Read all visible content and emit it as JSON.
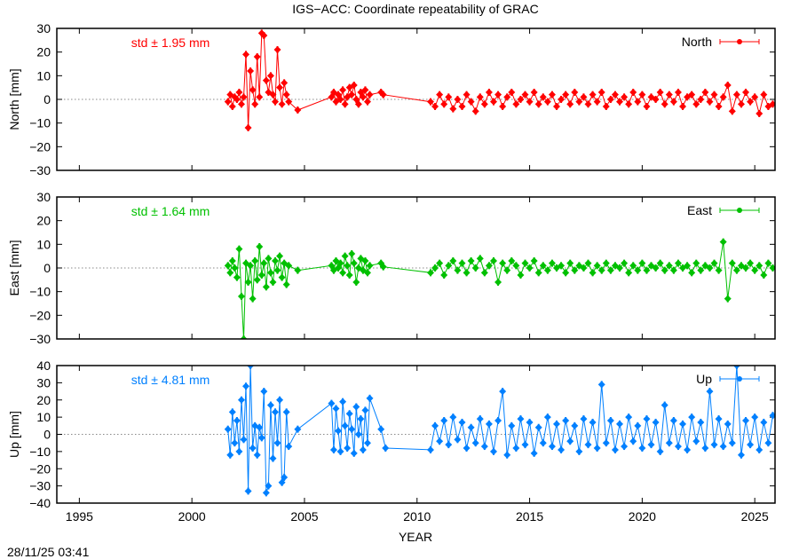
{
  "chart_data": {
    "type": "scatter",
    "title": "IGS−ACC: Coordinate repeatability of GRAC",
    "xlabel": "YEAR",
    "xlim": [
      1994,
      2025.9
    ],
    "x_ticks": [
      1995,
      2000,
      2005,
      2010,
      2015,
      2020,
      2025
    ],
    "timestamp": "28/11/25 03:41",
    "grid": false,
    "legend_placement": "top-right",
    "panels": [
      {
        "name": "North",
        "ylabel": "North [mm]",
        "legend": "North",
        "std_label": "std ± 1.95 mm",
        "color": "#ff0000",
        "ylim": [
          -30,
          30
        ],
        "y_ticks": [
          -30,
          -20,
          -10,
          0,
          10,
          20,
          30
        ],
        "segments": [
          {
            "start": 2001.6,
            "step": 0.1,
            "values": [
              -1,
              2,
              -3,
              1,
              0,
              3,
              -2,
              1,
              19,
              -12,
              12,
              4,
              -2,
              18,
              1,
              28,
              27,
              8,
              3,
              10,
              2,
              -1,
              21,
              5,
              -2,
              7,
              2,
              -1
            ]
          },
          {
            "start": 2004.7,
            "step": 0.1,
            "values": [
              -4.5
            ]
          },
          {
            "start": 2006.2,
            "step": 0.1,
            "values": [
              1,
              3,
              -1,
              2,
              0,
              4,
              -2,
              1,
              5,
              2,
              6,
              0,
              -2,
              3,
              1,
              4,
              -1,
              2
            ]
          },
          {
            "start": 2008.4,
            "step": 0.1,
            "values": [
              3,
              2
            ]
          },
          {
            "start": 2010.6,
            "step": 0.2,
            "values": [
              -1,
              -3,
              2,
              -2,
              1,
              -4,
              0,
              -3,
              2,
              -1,
              -5,
              1,
              -2,
              3,
              -1,
              2,
              -3,
              1,
              3,
              -2,
              0,
              2,
              -1,
              3,
              -2,
              1,
              -1,
              2,
              -3,
              0,
              2,
              -2,
              3,
              -1,
              1,
              -2,
              2,
              -1,
              3,
              -3,
              0,
              2,
              -1,
              1,
              -2,
              3,
              -1,
              2,
              -3,
              1,
              0,
              3,
              -2,
              2,
              -1,
              3,
              -3,
              1,
              2,
              -2,
              0,
              3,
              -1,
              2,
              -3,
              1,
              6,
              -5,
              2,
              -2,
              3,
              -1,
              1,
              -6,
              2,
              -3,
              -2
            ]
          }
        ]
      },
      {
        "name": "East",
        "ylabel": "East [mm]",
        "legend": "East",
        "std_label": "std ± 1.64 mm",
        "color": "#00c000",
        "ylim": [
          -30,
          30
        ],
        "y_ticks": [
          -30,
          -20,
          -10,
          0,
          10,
          20,
          30
        ],
        "segments": [
          {
            "start": 2001.6,
            "step": 0.1,
            "values": [
              1,
              -2,
              3,
              0,
              -4,
              8,
              -12,
              -30,
              2,
              -6,
              1,
              -13,
              3,
              -5,
              9,
              -3,
              2,
              -8,
              4,
              -2,
              -6,
              3,
              -1,
              5,
              -4,
              2,
              -7,
              1
            ]
          },
          {
            "start": 2004.7,
            "step": 0.1,
            "values": [
              -1
            ]
          },
          {
            "start": 2006.2,
            "step": 0.1,
            "values": [
              1,
              -1,
              3,
              0,
              2,
              -2,
              5,
              1,
              -3,
              6,
              2,
              -6,
              0,
              4,
              -1,
              3,
              -2,
              1
            ]
          },
          {
            "start": 2008.4,
            "step": 0.1,
            "values": [
              2,
              0.5
            ]
          },
          {
            "start": 2010.6,
            "step": 0.2,
            "values": [
              -2,
              0,
              2,
              -3,
              1,
              3,
              -1,
              2,
              -2,
              3,
              0,
              4,
              -2,
              1,
              3,
              -6,
              2,
              -1,
              3,
              1,
              -3,
              2,
              0,
              3,
              -2,
              1,
              -1,
              2,
              0,
              1,
              -2,
              2,
              -1,
              1,
              0,
              2,
              -2,
              1,
              -1,
              2,
              -1,
              1,
              0,
              2,
              -2,
              1,
              -1,
              2,
              -1,
              1,
              0,
              2,
              -1,
              1,
              -1,
              2,
              0,
              1,
              -2,
              2,
              -1,
              1,
              0,
              2,
              -1,
              11,
              -13,
              2,
              -1,
              1,
              0,
              2,
              -1,
              1,
              -3,
              2,
              0
            ]
          }
        ]
      },
      {
        "name": "Up",
        "ylabel": "Up [mm]",
        "legend": "Up",
        "std_label": "std ± 4.81 mm",
        "color": "#0080ff",
        "ylim": [
          -40,
          40
        ],
        "y_ticks": [
          -40,
          -30,
          -20,
          -10,
          0,
          10,
          20,
          30,
          40
        ],
        "segments": [
          {
            "start": 2001.6,
            "step": 0.1,
            "values": [
              3,
              -12,
              13,
              -5,
              8,
              -10,
              20,
              -3,
              28,
              -33,
              40,
              -8,
              5,
              -12,
              4,
              -2,
              25,
              -34,
              -30,
              17,
              -14,
              13,
              -5,
              20,
              -28,
              -25,
              13,
              -7
            ]
          },
          {
            "start": 2004.7,
            "step": 0.1,
            "values": [
              3
            ]
          },
          {
            "start": 2006.2,
            "step": 0.1,
            "values": [
              18,
              -9,
              15,
              2,
              -10,
              19,
              5,
              -8,
              12,
              3,
              -11,
              16,
              0,
              9,
              -9,
              14,
              -5,
              21
            ]
          },
          {
            "start": 2008.4,
            "step": 0.2,
            "values": [
              3,
              -8
            ]
          },
          {
            "start": 2010.6,
            "step": 0.2,
            "values": [
              -9,
              5,
              -4,
              8,
              -6,
              10,
              -3,
              7,
              -8,
              4,
              -5,
              9,
              -7,
              6,
              -10,
              8,
              25,
              -12,
              5,
              -8,
              9,
              -6,
              7,
              -11,
              4,
              -5,
              10,
              -7,
              6,
              -9,
              8,
              -4,
              5,
              -10,
              9,
              -6,
              7,
              -8,
              29,
              -5,
              8,
              -9,
              6,
              -7,
              10,
              -4,
              5,
              -8,
              9,
              -6,
              7,
              -10,
              17,
              -5,
              8,
              -7,
              6,
              -9,
              10,
              -4,
              7,
              -8,
              25,
              -6,
              9,
              -7,
              6,
              -5,
              40,
              -12,
              8,
              -6,
              10,
              -9,
              7,
              -5,
              11
            ]
          }
        ]
      }
    ]
  }
}
